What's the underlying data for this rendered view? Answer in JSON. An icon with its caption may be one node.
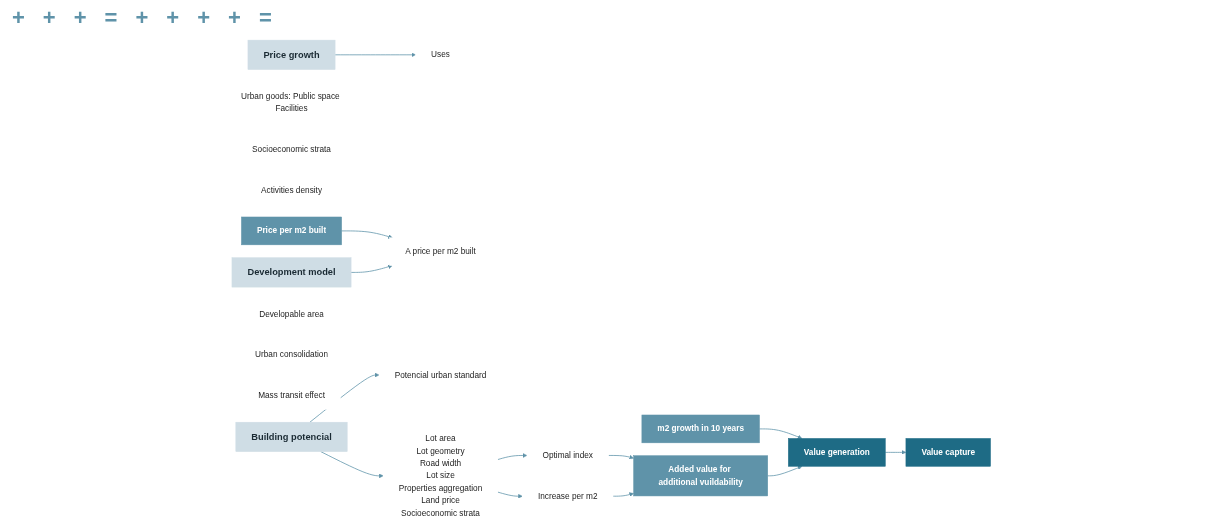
{
  "diagram": {
    "nodes": [
      {
        "text": [
          "Price growth"
        ]
      },
      {
        "text": [
          "Uses"
        ]
      },
      {
        "text": [
          "Urban goods: Public space Facilities"
        ]
      },
      {
        "text": [
          "Socioeconomic strata"
        ]
      },
      {
        "text": [
          "Activities density"
        ]
      },
      {
        "text": [
          "Price per m2 built"
        ]
      },
      {
        "text": [
          "Development model"
        ]
      },
      {
        "text": [
          "A price per m2 built"
        ]
      },
      {
        "text": [
          "Developable area"
        ]
      },
      {
        "text": [
          "Potencial urban standard"
        ]
      },
      {
        "text": [
          "Urban consolidation"
        ]
      },
      {
        "text": [
          "Mass transit effect"
        ]
      },
      {
        "text": [
          "m2 growth in 10 years"
        ]
      },
      {
        "text": [
          "Building potencial"
        ]
      },
      {
        "text": [
          "Lot area",
          "Lot geometry",
          "Road width",
          "Lot size",
          "Properties aggregation",
          "Land price",
          "Socioeconomic strata"
        ]
      },
      {
        "text": [
          "Optimal index"
        ]
      },
      {
        "text": [
          "Increase per m2"
        ]
      },
      {
        "text": [
          "Added value for additional vuildability"
        ]
      },
      {
        "text": [
          "Value generation"
        ]
      },
      {
        "text": [
          "Value capture"
        ]
      }
    ],
    "edges": [
      {
        "from": 0,
        "to": 1,
        "arrow": "to"
      },
      {
        "from": 5,
        "to": 7,
        "arrow": "to"
      },
      {
        "from": 6,
        "to": 7,
        "arrow": "to"
      },
      {
        "from": 13,
        "to": 9,
        "arrow": "to"
      },
      {
        "from": 12,
        "to": 18,
        "arrow": "to"
      },
      {
        "from": 13,
        "to": 14,
        "arrow": "to"
      },
      {
        "from": 14,
        "to": 15,
        "arrow": "to"
      },
      {
        "from": 14,
        "to": 16,
        "arrow": "to"
      },
      {
        "from": 15,
        "to": 17,
        "arrow": "to"
      },
      {
        "from": 16,
        "to": 17,
        "arrow": "to"
      },
      {
        "from": 17,
        "to": 18,
        "arrow": "to"
      },
      {
        "from": 18,
        "to": 19,
        "arrow": "to"
      }
    ],
    "labels": [
      "+",
      "+",
      "+",
      "=",
      "+",
      "+",
      "+",
      "+",
      "="
    ]
  }
}
